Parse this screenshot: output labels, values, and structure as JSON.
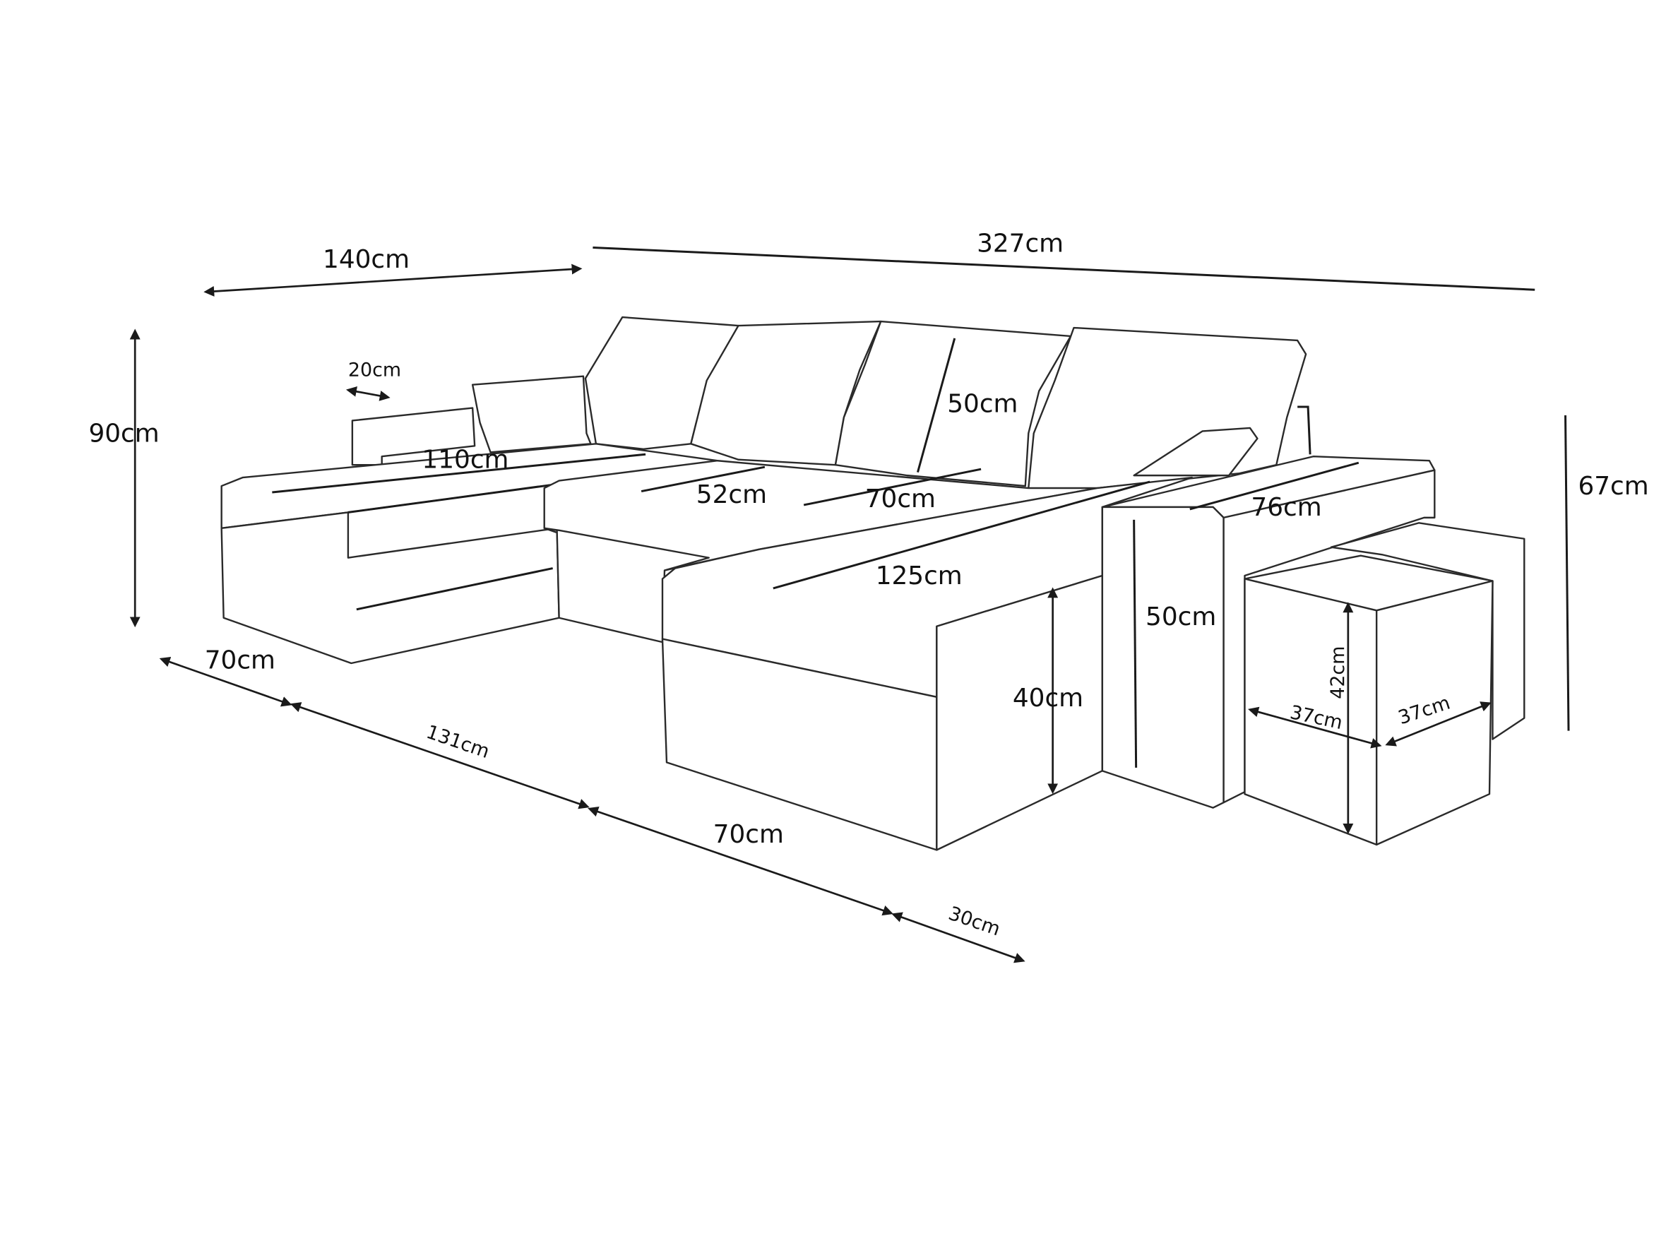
{
  "title": "Corner sofa dimensions",
  "colors": {
    "line": "#1a1a1a",
    "background": "#ffffff"
  },
  "dimensions": {
    "top_depth": "140cm",
    "total_width": "327cm",
    "total_height": "90cm",
    "armrest_width": "20cm",
    "left_seat_length": "110cm",
    "seat_depth_middle": "52cm",
    "seat_depth": "70cm",
    "backrest_height": "50cm",
    "chaise_length": "125cm",
    "right_armrest_length": "76cm",
    "right_height": "67cm",
    "armrest_height": "50cm",
    "seat_height": "40cm",
    "pouf_height": "42cm",
    "pouf_width": "37cm",
    "pouf_depth": "37cm",
    "bottom_left_depth": "70cm",
    "bottom_middle": "131cm",
    "bottom_chaise": "70cm",
    "bottom_armrest": "30cm"
  }
}
